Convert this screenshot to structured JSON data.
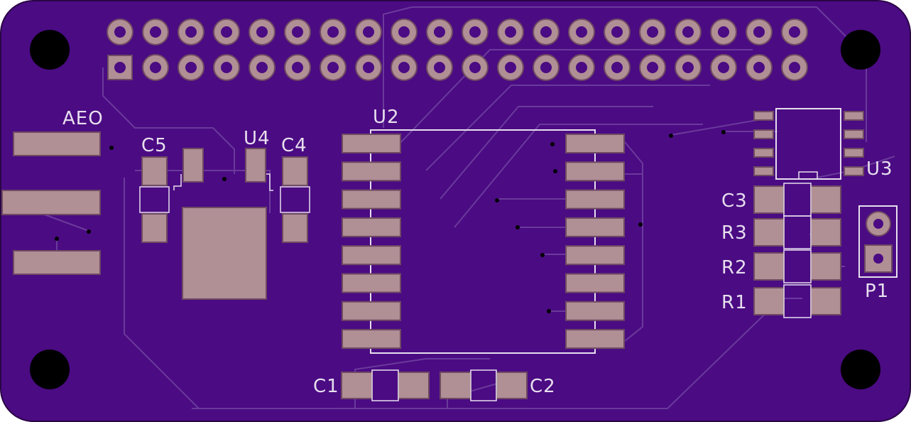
{
  "colors": {
    "board": "#4b0b83",
    "board_edge": "#2a0446",
    "trace": "#6a3a9b",
    "pad": "#b08f95",
    "pad_edge": "#6f4a62",
    "silk": "#e7dfee",
    "hole": "#000000"
  },
  "labels": {
    "aeo": "AEO",
    "c5": "C5",
    "u4": "U4",
    "c4": "C4",
    "u2": "U2",
    "u3": "U3",
    "c3": "C3",
    "r3": "R3",
    "r2": "R2",
    "r1": "R1",
    "p1": "P1",
    "c1": "C1",
    "c2": "C2"
  },
  "header": {
    "columns": 20,
    "rows": 2
  }
}
